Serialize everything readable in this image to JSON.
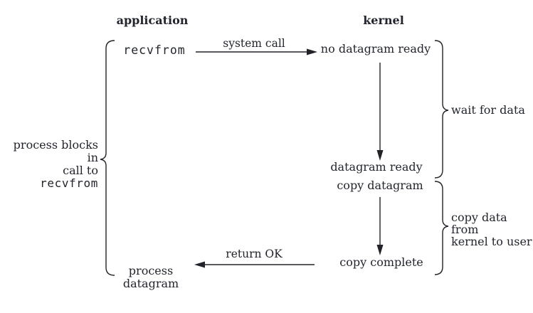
{
  "diagram": {
    "title_semantics": "blocking I/O model: recvfrom system call flow between application and kernel",
    "columns": {
      "left_header": "application",
      "right_header": "kernel"
    },
    "application": {
      "call": "recvfrom",
      "process_line1": "process",
      "process_line2": "datagram"
    },
    "kernel_states": {
      "state1": "no datagram ready",
      "state2": "datagram ready",
      "state3": "copy datagram",
      "state4": "copy complete"
    },
    "arrows": {
      "system_call_label": "system call",
      "return_ok_label": "return OK"
    },
    "braces": {
      "left_label_line1": "process blocks in",
      "left_label_line2_prefix": "call to ",
      "left_label_line2_code": "recvfrom",
      "right_top_label": "wait for data",
      "right_bottom_label_line1": "copy data from",
      "right_bottom_label_line2": "kernel to user"
    },
    "colors": {
      "text": "#23252e",
      "line": "#222328",
      "background": "#ffffff"
    }
  }
}
